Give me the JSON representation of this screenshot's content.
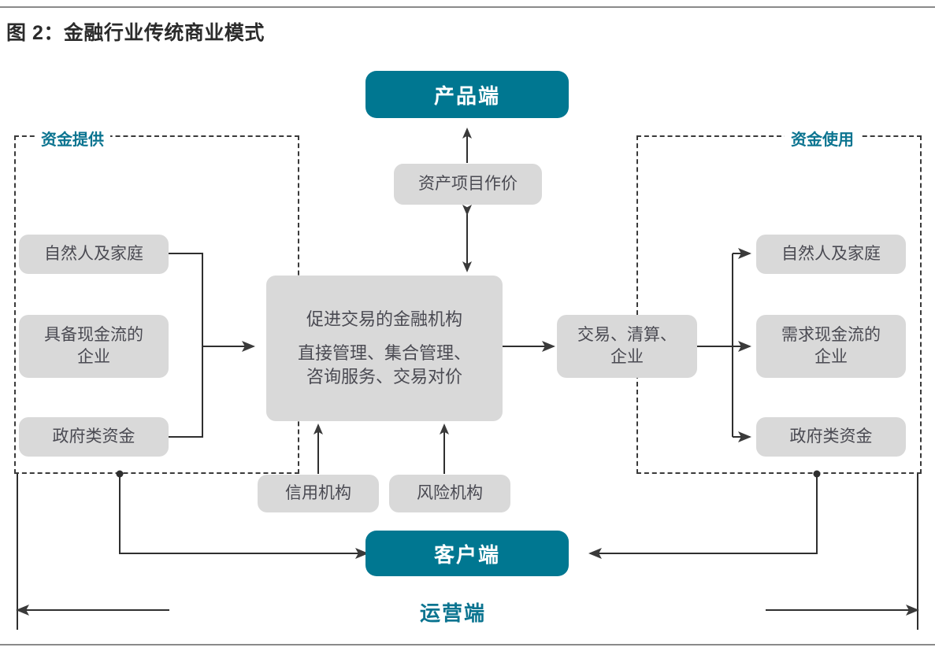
{
  "figure": {
    "title": "图 2：金融行业传统商业模式",
    "colors": {
      "teal": "#007791",
      "teal_text": "#0b7490",
      "grey_node": "#d9d9d9",
      "node_text": "#4a4a52",
      "line": "#2f2f2f",
      "rule": "#8a8a8a"
    }
  },
  "panels": {
    "left": {
      "label": "资金提供"
    },
    "right": {
      "label": "资金使用"
    }
  },
  "nodes": {
    "product_end": "产品端",
    "asset_pricing": "资产项目作价",
    "center_line1": "促进交易的金融机构",
    "center_line2": "直接管理、集合管理、",
    "center_line3": "咨询服务、交易对价",
    "clearing": "交易、清算、\n企业",
    "clearing_line1": "交易、清算、",
    "clearing_line2": "企业",
    "credit_org": "信用机构",
    "risk_org": "风险机构",
    "client_end": "客户端",
    "ops_end": "运营端"
  },
  "supply_side": [
    {
      "label": "自然人及家庭"
    },
    {
      "label": "具备现金流的\n企业",
      "line1": "具备现金流的",
      "line2": "企业"
    },
    {
      "label": "政府类资金"
    }
  ],
  "demand_side": [
    {
      "label": "自然人及家庭"
    },
    {
      "label": "需求现金流的\n企业",
      "line1": "需求现金流的",
      "line2": "企业"
    },
    {
      "label": "政府类资金"
    }
  ]
}
